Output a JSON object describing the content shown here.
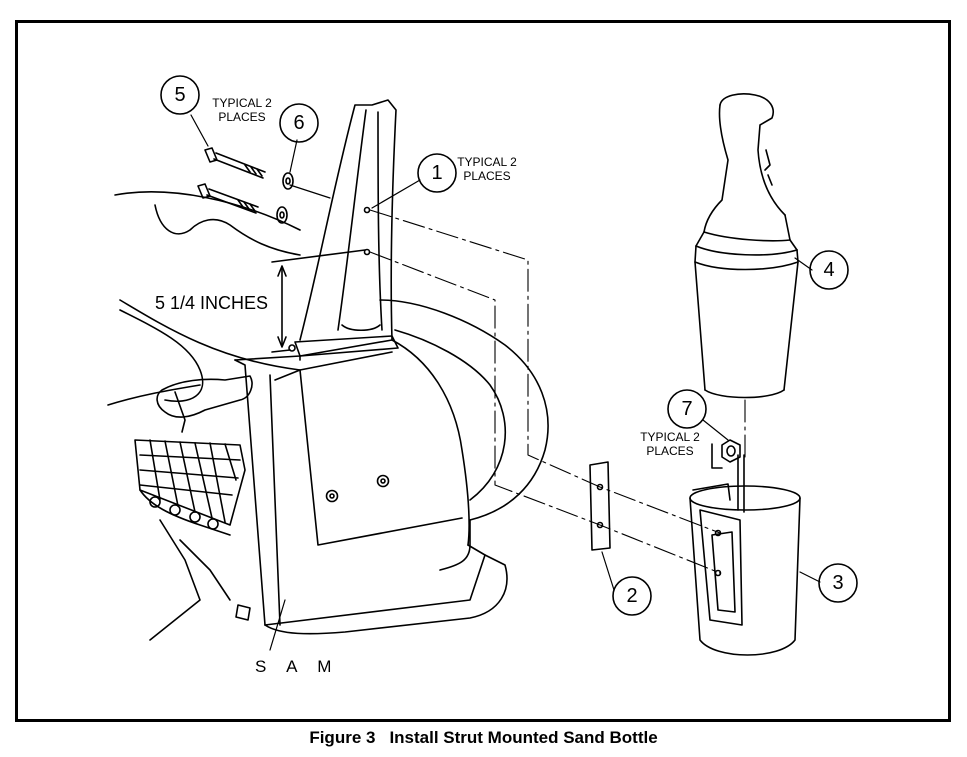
{
  "figure": {
    "number": "Figure 3",
    "title": "Install Strut Mounted Sand Bottle"
  },
  "callouts": [
    {
      "id": "5",
      "note_line1": "TYPICAL 2",
      "note_line2": "PLACES"
    },
    {
      "id": "6"
    },
    {
      "id": "1",
      "note_line1": "TYPICAL 2",
      "note_line2": "PLACES"
    },
    {
      "id": "4"
    },
    {
      "id": "7",
      "note_line1": "TYPICAL 2",
      "note_line2": "PLACES"
    },
    {
      "id": "2"
    },
    {
      "id": "3"
    }
  ],
  "dimension": "5 1/4 INCHES",
  "part_label": "S A M"
}
